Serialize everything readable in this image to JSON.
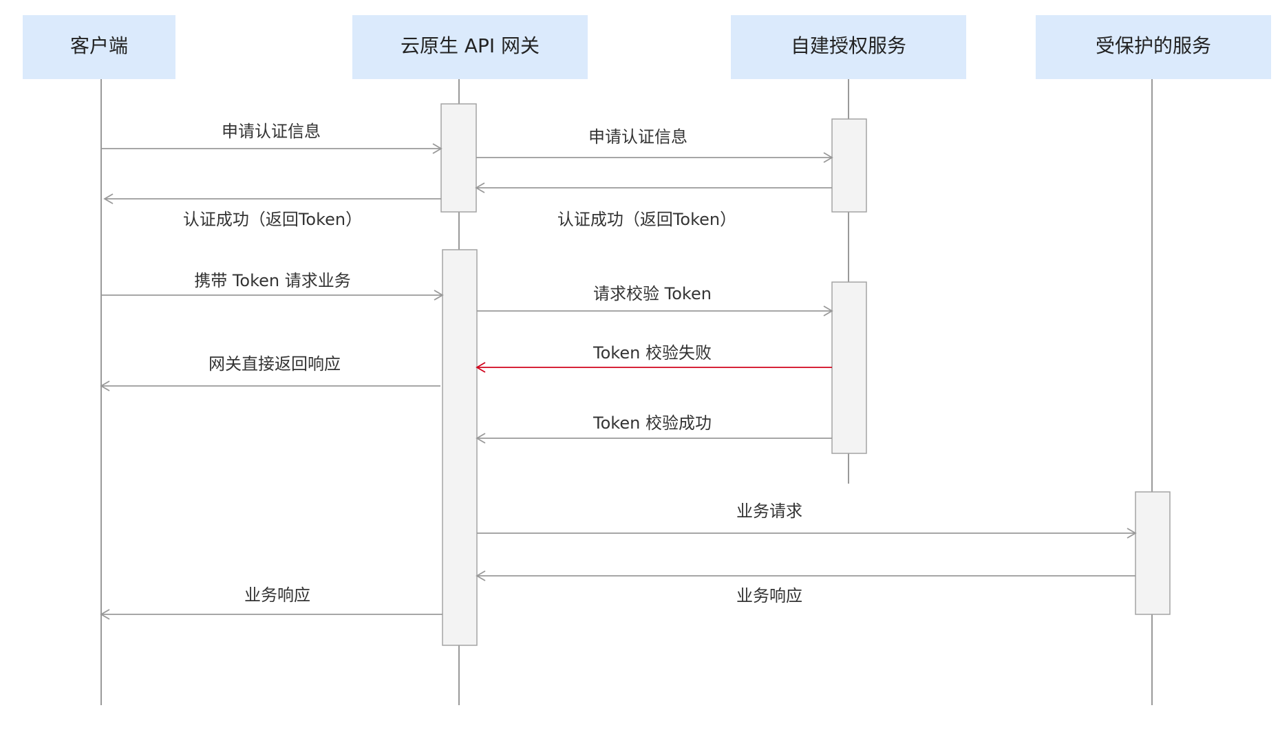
{
  "participants": [
    {
      "id": "client",
      "label": "客户端"
    },
    {
      "id": "gateway",
      "label": "云原生 API 网关"
    },
    {
      "id": "auth",
      "label": "自建授权服务"
    },
    {
      "id": "service",
      "label": "受保护的服务"
    }
  ],
  "messages": [
    {
      "id": "m1",
      "from": "client",
      "to": "gateway",
      "label": "申请认证信息",
      "kind": "request",
      "color": "#999999"
    },
    {
      "id": "m2",
      "from": "gateway",
      "to": "auth",
      "label": "申请认证信息",
      "kind": "request",
      "color": "#999999"
    },
    {
      "id": "m3",
      "from": "auth",
      "to": "gateway",
      "label": "认证成功（返回Token）",
      "kind": "response",
      "color": "#999999"
    },
    {
      "id": "m4",
      "from": "gateway",
      "to": "client",
      "label": "认证成功（返回Token）",
      "kind": "response",
      "color": "#999999"
    },
    {
      "id": "m5",
      "from": "client",
      "to": "gateway",
      "label": "携带 Token 请求业务",
      "kind": "request",
      "color": "#999999"
    },
    {
      "id": "m6",
      "from": "gateway",
      "to": "auth",
      "label": "请求校验 Token",
      "kind": "request",
      "color": "#999999"
    },
    {
      "id": "m7",
      "from": "auth",
      "to": "gateway",
      "label": "Token 校验失败",
      "kind": "response",
      "color": "#d0021b"
    },
    {
      "id": "m8",
      "from": "gateway",
      "to": "client",
      "label": "网关直接返回响应",
      "kind": "response",
      "color": "#999999"
    },
    {
      "id": "m9",
      "from": "auth",
      "to": "gateway",
      "label": "Token 校验成功",
      "kind": "response",
      "color": "#999999"
    },
    {
      "id": "m10",
      "from": "gateway",
      "to": "service",
      "label": "业务请求",
      "kind": "request",
      "color": "#999999"
    },
    {
      "id": "m11",
      "from": "service",
      "to": "gateway",
      "label": "业务响应",
      "kind": "response",
      "color": "#999999"
    },
    {
      "id": "m12",
      "from": "gateway",
      "to": "client",
      "label": "业务响应",
      "kind": "response",
      "color": "#999999"
    }
  ]
}
